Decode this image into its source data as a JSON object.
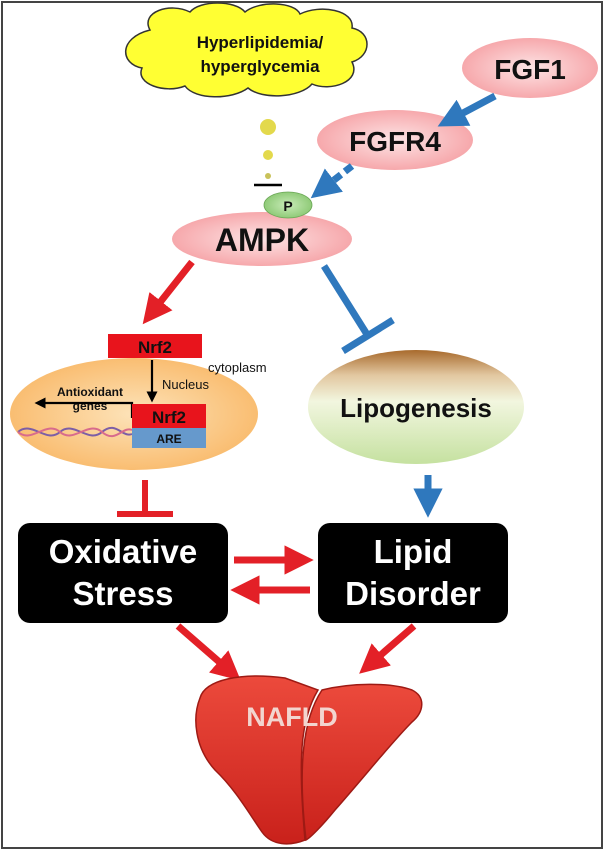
{
  "labels": {
    "stimulus": [
      "Hyperlipidemia/",
      "hyperglycemia"
    ],
    "fgf1": "FGF1",
    "fgfr4": "FGFR4",
    "p": "P",
    "ampk": "AMPK",
    "nrf2_top": "Nrf2",
    "cytoplasm": "cytoplasm",
    "nucleus": "Nucleus",
    "antioxidant_genes": [
      "Antioxidant",
      "genes"
    ],
    "nrf2_bottom": "Nrf2",
    "are": "ARE",
    "lipogenesis": "Lipogenesis",
    "oxidative_stress": [
      "Oxidative",
      "Stress"
    ],
    "lipid_disorder": [
      "Lipid",
      "Disorder"
    ],
    "nafld": "NAFLD"
  },
  "colors": {
    "cloud": "#ffff33",
    "dots": "#e3d94c",
    "pink_node": "#f5a3a6",
    "p_node": "#9fd38a",
    "red_box": "#e8141c",
    "are_box": "#6699cc",
    "nucleus_fill": "#fbc57f",
    "activate_red": "#e32027",
    "inhibit_blue": "#2f78bd",
    "black_box": "#000000",
    "liver": "#e0332b"
  }
}
